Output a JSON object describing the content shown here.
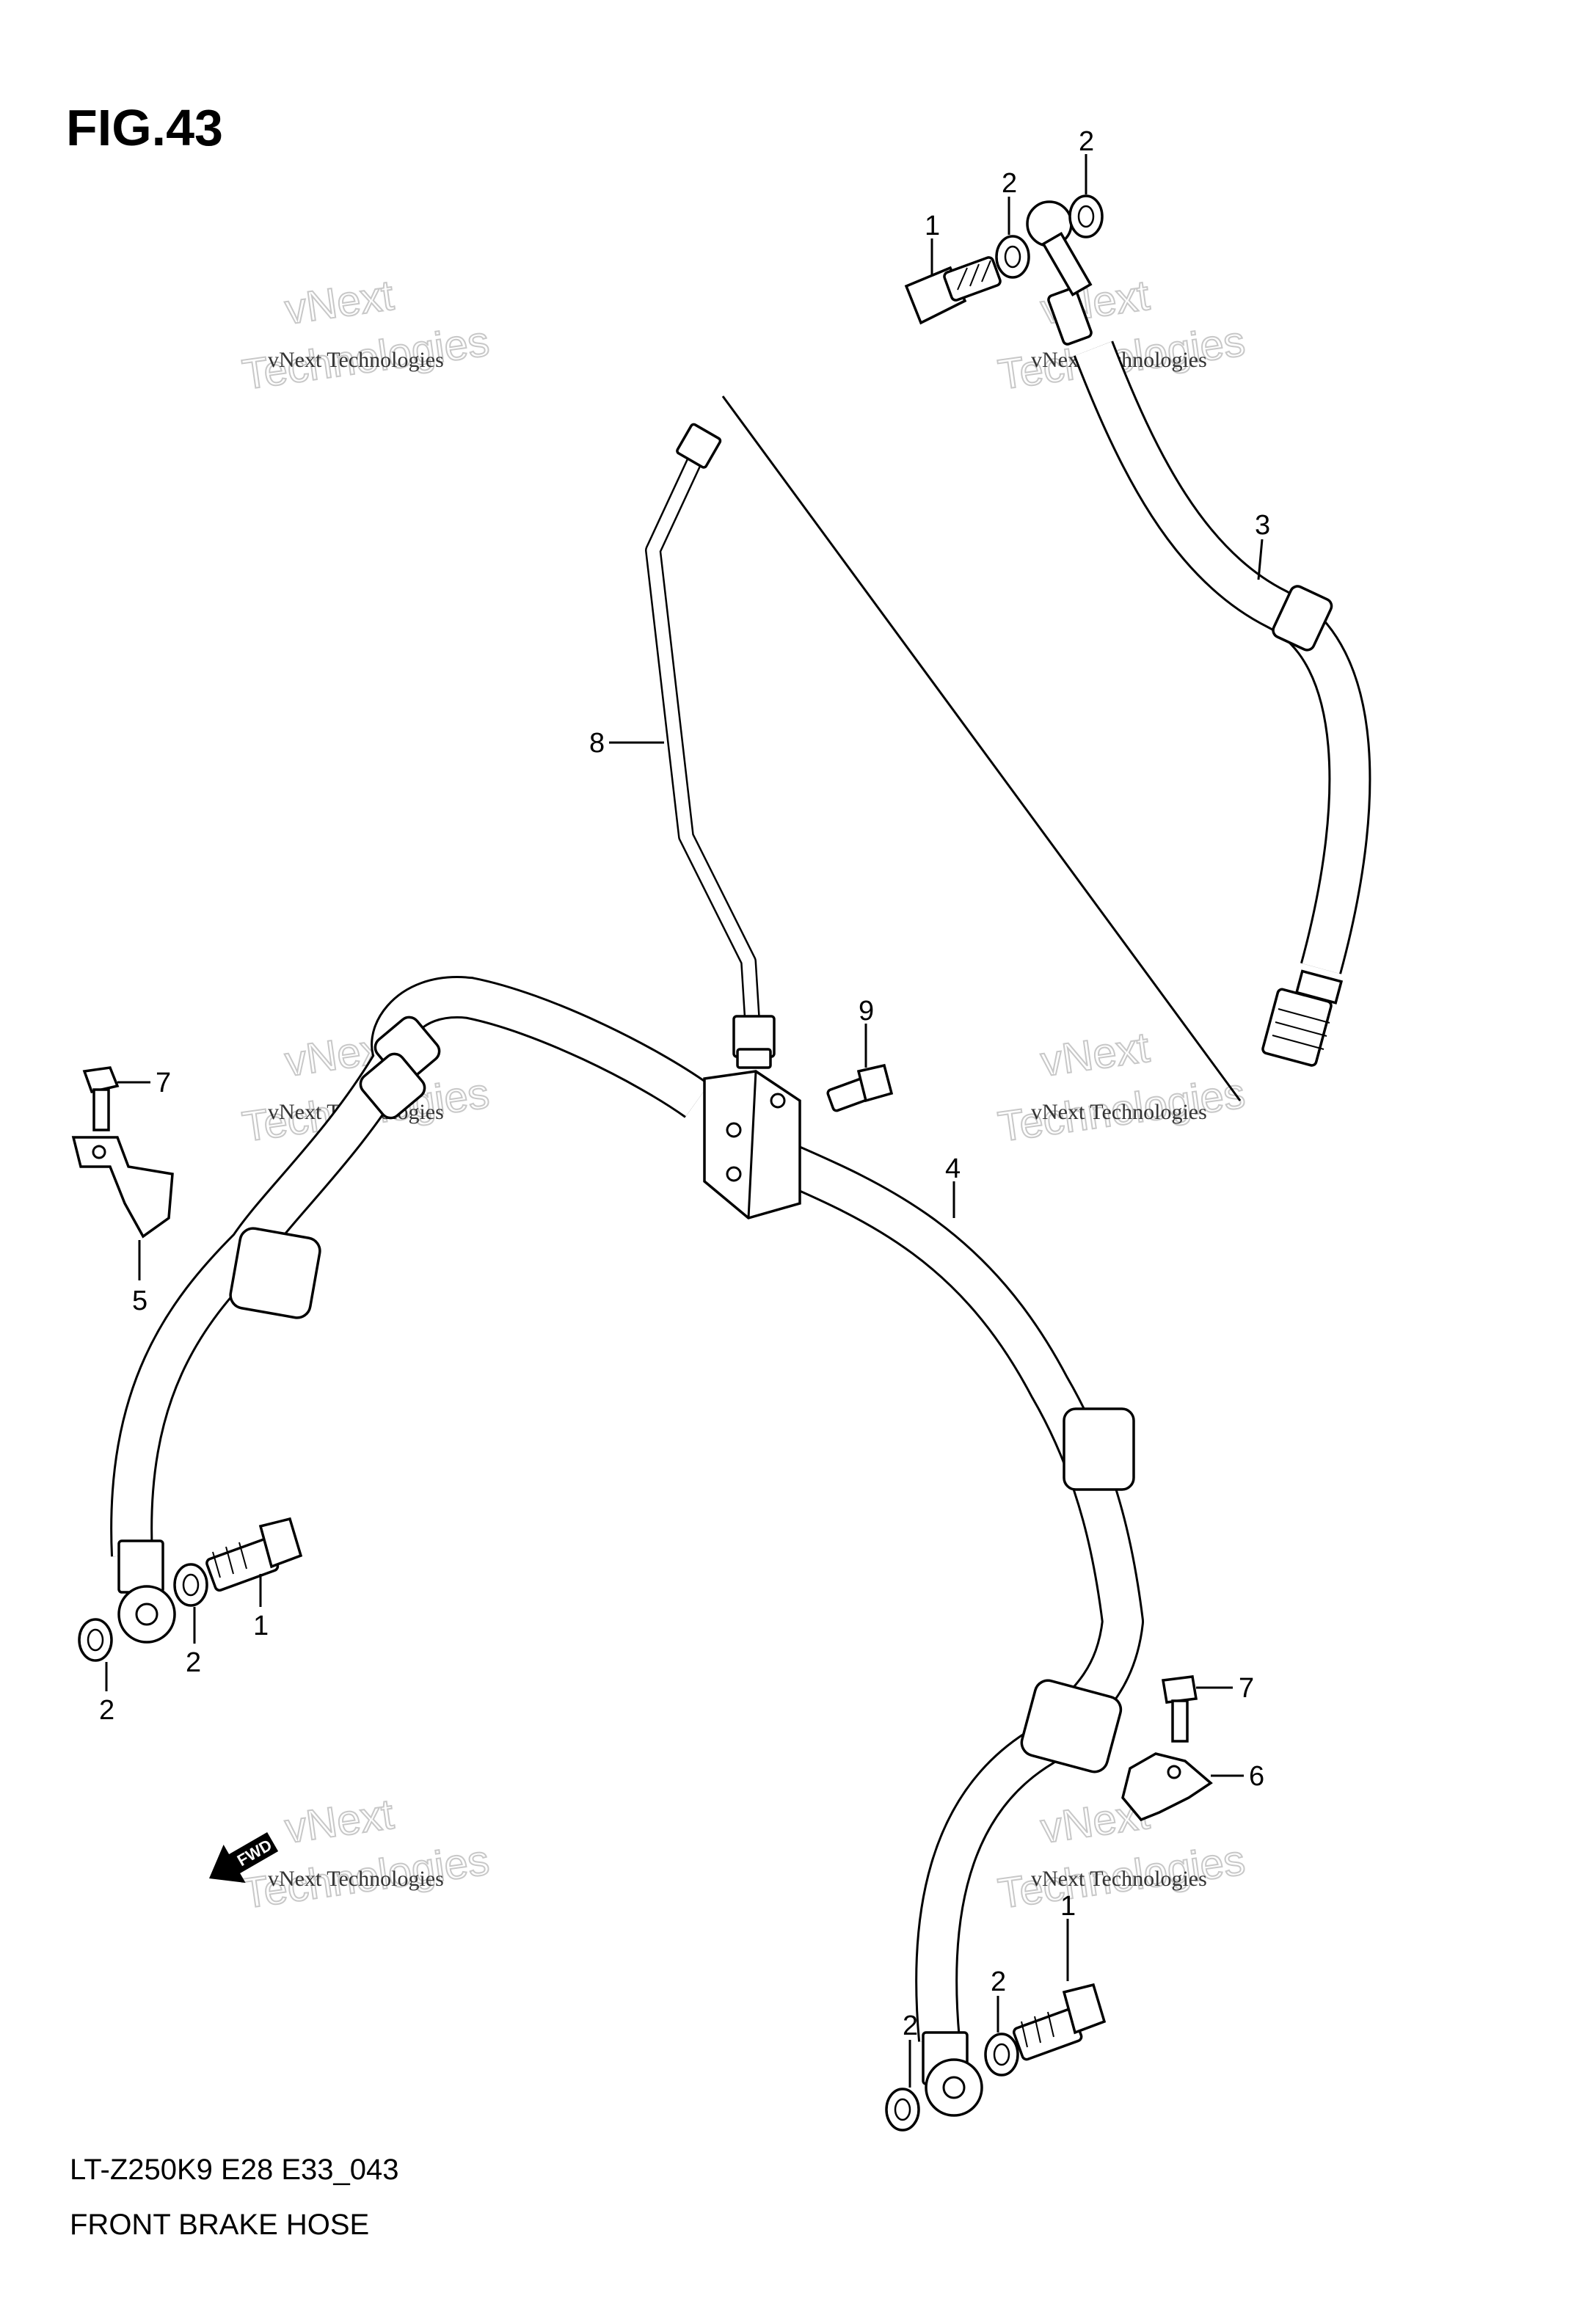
{
  "figure": {
    "title": "FIG.43",
    "code": "LT-Z250K9 E28 E33_043",
    "caption": "FRONT BRAKE HOSE"
  },
  "callouts": {
    "top_bolt": "1",
    "top_washer_a": "2",
    "top_washer_b": "2",
    "upper_hose": "3",
    "right_hose": "4",
    "left_clamp": "5",
    "right_clamp": "6",
    "left_clamp_bolt": "7",
    "right_clamp_bolt": "7",
    "brake_pipe": "8",
    "joint_bolt": "9",
    "left_bolt": "1",
    "left_washer_a": "2",
    "left_washer_b": "2",
    "right_bolt": "1",
    "right_washer_a": "2",
    "right_washer_b": "2"
  },
  "watermark": {
    "small_text": "vNext Technologies",
    "big_line_1": "vNext",
    "big_line_2": "Technologies"
  },
  "fwd_label": "FWD"
}
